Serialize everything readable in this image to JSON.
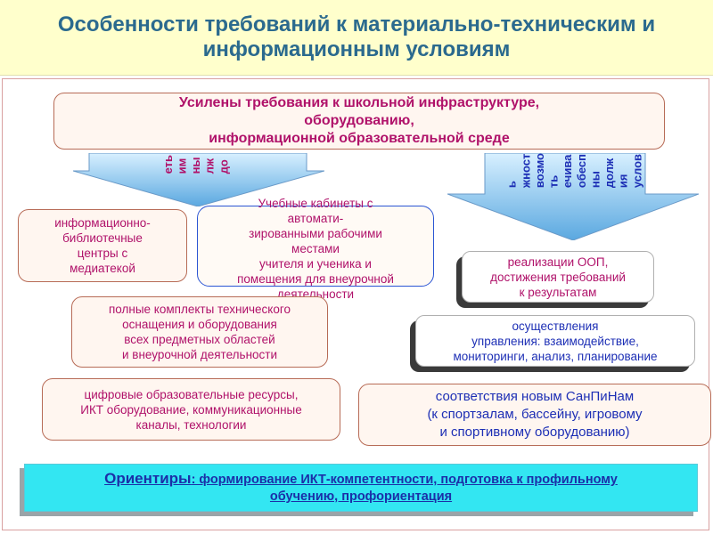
{
  "title": {
    "line1": "Особенности требований к материально-техническим и",
    "line2": "информационным условиям"
  },
  "main_box": {
    "line1": "Усилены требования к школьной инфраструктуре,",
    "line2": "оборудованию,",
    "line3": "информационной образовательной среде"
  },
  "left_arrow": {
    "label": "должны иметь",
    "columns": [
      "до",
      "лж",
      "ны",
      "им",
      "еть"
    ]
  },
  "right_arrow": {
    "label": "условия должны обеспечивать возможность",
    "columns": [
      "услов",
      "ия",
      "долж",
      "ны",
      "обесп",
      "ечива",
      "ть",
      "возмо",
      "жност",
      "ь"
    ]
  },
  "left_items": {
    "library": [
      "информационно-",
      "библиотечные",
      "центры с",
      "медиатекой"
    ],
    "classrooms": [
      "Учебные кабинеты с",
      "автомати-",
      "зированными рабочими",
      "местами",
      "учителя и ученика и",
      "помещения для внеурочной",
      "деятельности"
    ],
    "equipment": [
      "полные комплекты технического",
      "оснащения и оборудования",
      "всех предметных областей",
      "и внеурочной деятельности"
    ],
    "digital": [
      "цифровые образовательные ресурсы,",
      "ИКТ оборудование, коммуникационные",
      "каналы, технологии"
    ]
  },
  "right_items": {
    "oop": [
      "реализации ООП,",
      "достижения требований",
      "к результатам"
    ],
    "management": [
      "осуществления",
      "управления: взаимодействие,",
      "мониторинги, анализ, планирование"
    ],
    "sanpin": [
      "соответствия новым СанПиНам",
      "(к спортзалам, бассейну, игровому",
      "и спортивному оборудованию)"
    ]
  },
  "orientiry": {
    "lead": "Ориентиры",
    "text_line1": ": формирование ИКТ-компетентности, подготовка к профильному",
    "text_line2": "обучению, профориентация"
  }
}
